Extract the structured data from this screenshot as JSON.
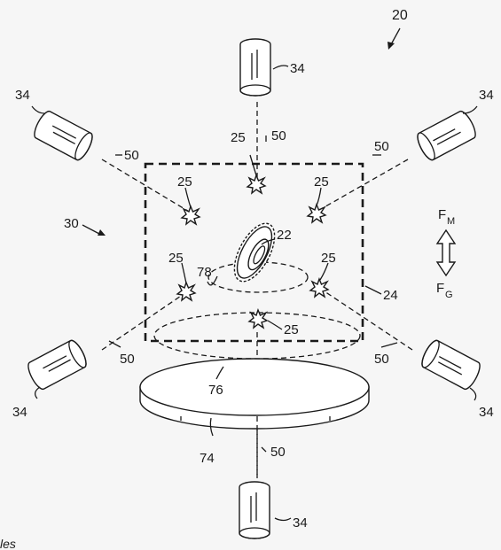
{
  "figure": {
    "ref_assembly": "20",
    "ref_system": "30",
    "ref_chamber": "24",
    "ref_gear": "22",
    "ref_particle": "25",
    "ref_camera": "34",
    "ref_beam": "50",
    "ref_platform": "74",
    "ref_outer_ellipse": "76",
    "ref_inner_ellipse": "78",
    "force_magnetic": "F",
    "force_magnetic_sub": "M",
    "force_gravity": "F",
    "force_gravity_sub": "G",
    "cut_text": "les"
  },
  "colors": {
    "line": "#1a1a1a",
    "background": "#f6f6f6",
    "fill": "#ffffff"
  },
  "icons": [
    "camera-cylinder",
    "particle-star",
    "gear",
    "double-arrow"
  ]
}
